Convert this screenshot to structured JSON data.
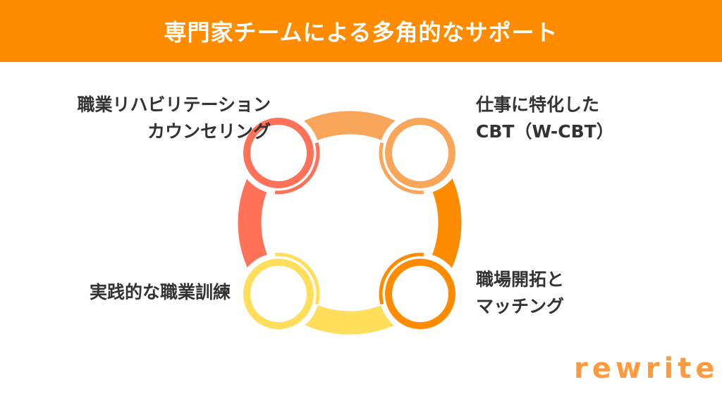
{
  "title": "専門家チームによる多角的なサポート",
  "items": [
    {
      "lines": [
        "職業リハビリテーション",
        "カウンセリング"
      ],
      "color": "#FF7158"
    },
    {
      "lines": [
        "仕事に特化した",
        "CBT（W-CBT）"
      ],
      "color": "#F9A65A"
    },
    {
      "lines": [
        "実践的な職業訓練"
      ],
      "color": "#FFDE5C"
    },
    {
      "lines": [
        "職場開拓と",
        "マッチング"
      ],
      "color": "#FF8C00"
    }
  ],
  "logo": "rewrite",
  "colors": {
    "banner": "#FF8C00",
    "text": "#333333"
  }
}
